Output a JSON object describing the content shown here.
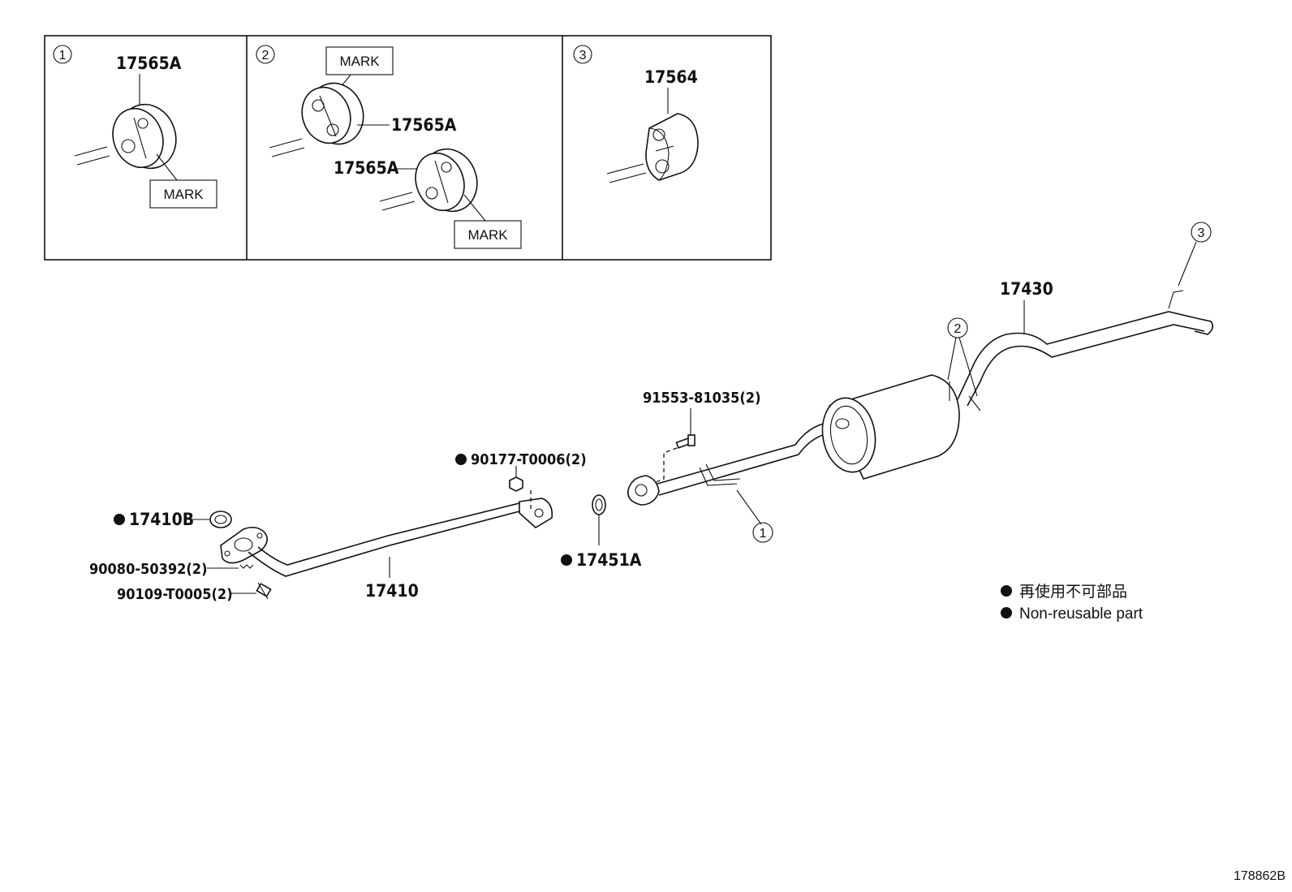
{
  "insets": [
    {
      "number": "1",
      "part_labels": [
        "17565A"
      ],
      "mark_labels": [
        "MARK"
      ]
    },
    {
      "number": "2",
      "part_labels": [
        "17565A",
        "17565A"
      ],
      "mark_labels": [
        "MARK",
        "MARK"
      ]
    },
    {
      "number": "3",
      "part_labels": [
        "17564"
      ],
      "mark_labels": []
    }
  ],
  "parts": {
    "p17410B": "17410B",
    "p90080": "90080-50392(2)",
    "p90109": "90109-T0005(2)",
    "p17410": "17410",
    "p90177": "90177-T0006(2)",
    "p17451A": "17451A",
    "p91553": "91553-81035(2)",
    "p17430": "17430"
  },
  "callouts": {
    "c1": "1",
    "c2": "2",
    "c3": "3"
  },
  "legend": {
    "japanese": "再使用不可部品",
    "english": "Non-reusable part"
  },
  "ref_code": "178862B",
  "colors": {
    "line": "#111111",
    "background": "#ffffff"
  },
  "icons": {
    "non_reusable_marker": "filled-circle"
  }
}
